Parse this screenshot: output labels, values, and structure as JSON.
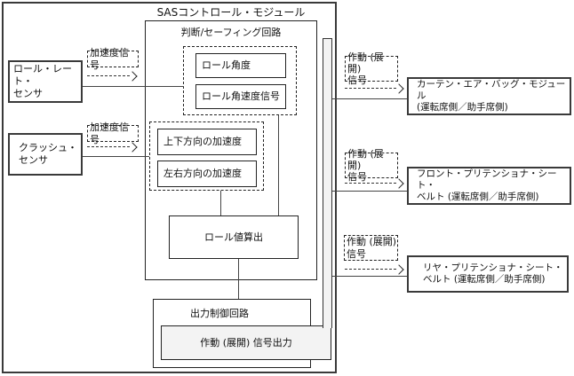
{
  "module": {
    "title": "SASコントロール・モジュール"
  },
  "judgment": {
    "title": "判断/セーフィング回路",
    "roll_angle": "ロール角度",
    "roll_rate_signal": "ロール角速度信号",
    "vertical_accel": "上下方向の加速度",
    "lateral_accel": "左右方向の加速度",
    "roll_calc": "ロール値算出"
  },
  "output": {
    "title": "出力制御回路",
    "signal_output": "作動 (展開) 信号出力"
  },
  "sensors": [
    {
      "label": "ロール・レート・\nセンサ",
      "signal_label": "加速度信号"
    },
    {
      "label": "クラッシュ・\nセンサ",
      "signal_label": "加速度信号"
    }
  ],
  "targets": [
    {
      "label": "カーテン・エア・バッグ・モジュール\n(運転席側／助手席側)",
      "signal_label": "作動 (展開)\n信号"
    },
    {
      "label": "フロント・プリテンショナ・シート・\nベルト (運転席側／助手席側)",
      "signal_label": "作動 (展開)\n信号"
    },
    {
      "label": "リヤ・プリテンショナ・シート・\nベルト (運転席側／助手席側)",
      "signal_label": "作動 (展開)\n信号"
    }
  ],
  "colors": {
    "stroke": "#222222",
    "fill_light": "#f3f3f3"
  }
}
